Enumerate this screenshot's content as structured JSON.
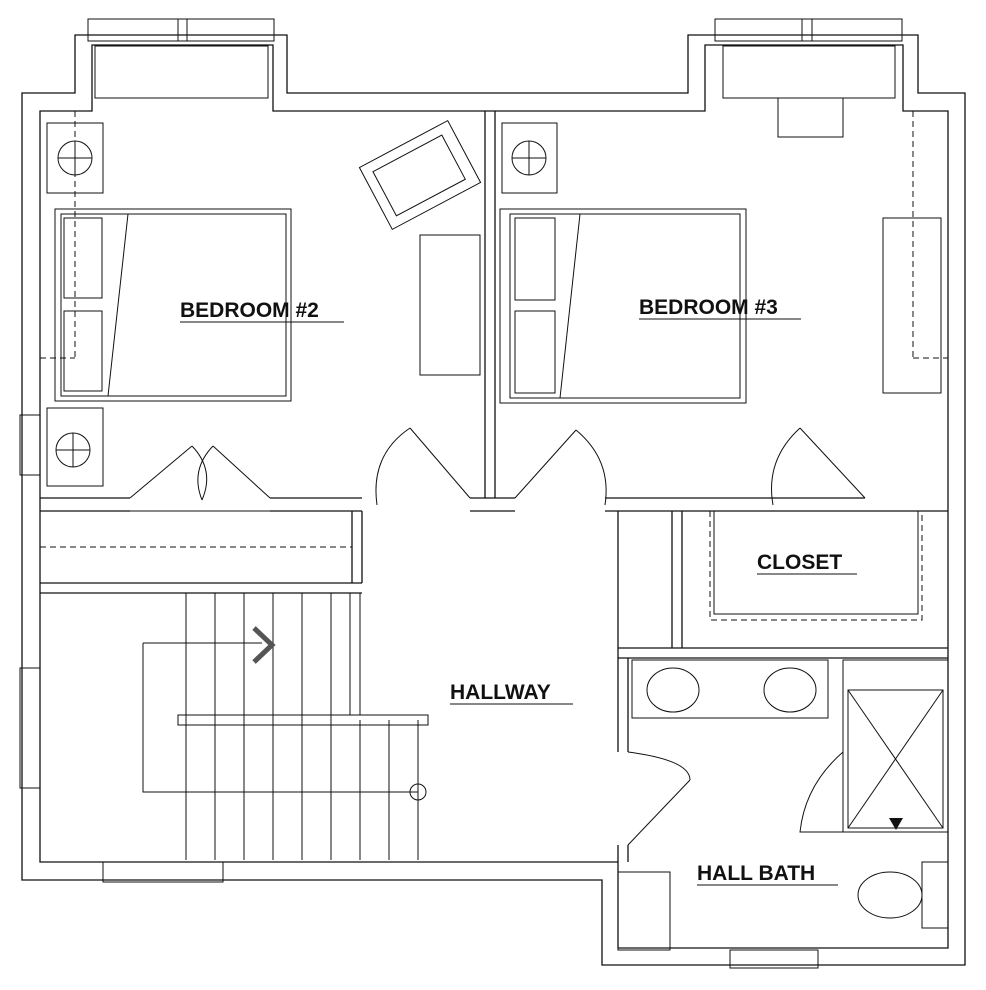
{
  "floor_plan": {
    "rooms": [
      {
        "id": "bedroom-2",
        "label": "BEDROOM #2"
      },
      {
        "id": "bedroom-3",
        "label": "BEDROOM #3"
      },
      {
        "id": "closet",
        "label": "CLOSET"
      },
      {
        "id": "hallway",
        "label": "HALLWAY"
      },
      {
        "id": "hall-bath",
        "label": "HALL BATH"
      }
    ]
  }
}
